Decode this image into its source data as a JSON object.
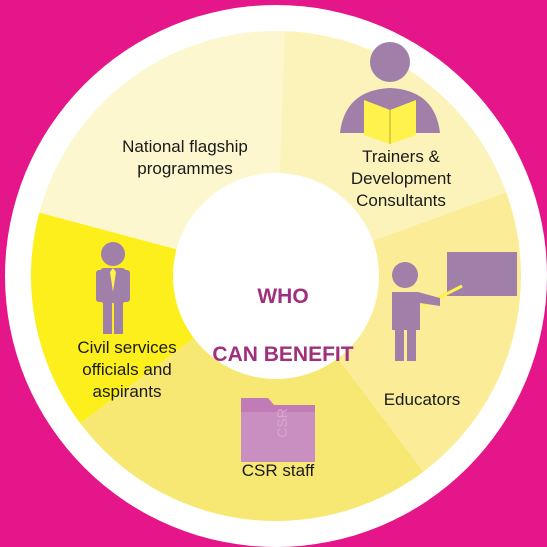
{
  "center": {
    "line1": "WHO",
    "line2": "CAN BENEFIT"
  },
  "segments": [
    {
      "id": "flagship",
      "label": "National flagship\nprogrammes",
      "color": "#fdf7cf",
      "icon": ""
    },
    {
      "id": "trainers",
      "label": "Trainers &\nDevelopment\nConsultants",
      "color": "#fcf3ba",
      "icon": "trainer-reading-icon"
    },
    {
      "id": "educators",
      "label": "Educators",
      "color": "#fbed97",
      "icon": "teacher-board-icon"
    },
    {
      "id": "csr",
      "label": "CSR staff",
      "color": "#f7e873",
      "icon": "folder-icon"
    },
    {
      "id": "civil",
      "label": "Civil services\nofficials and\naspirants",
      "color": "#fcef1c",
      "icon": "official-person-icon"
    }
  ],
  "folder_text": "CSR",
  "colors": {
    "background": "#e5158a",
    "ring": "#ffffff",
    "center_text": "#a0307c",
    "icon": "#a07fa8",
    "icon_accent": "#fff24d"
  }
}
